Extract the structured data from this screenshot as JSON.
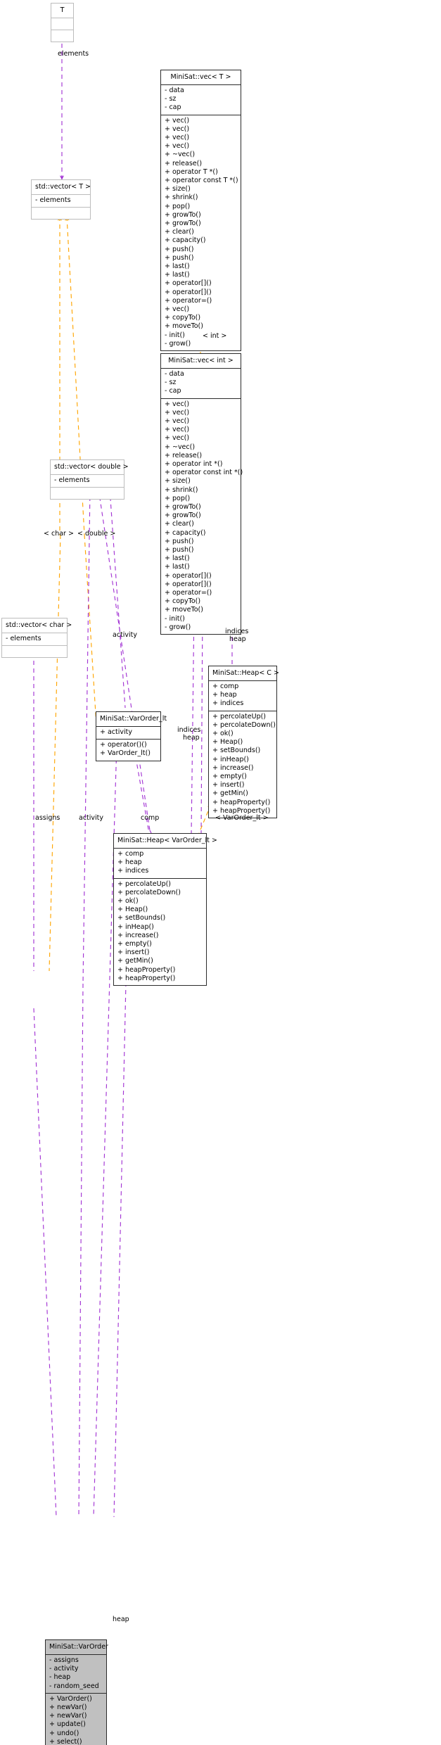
{
  "diagram": {
    "type": "uml-collaboration-diagram",
    "title": "MiniSat::VarOrder collaboration diagram",
    "colors": {
      "usage_edge": "#a335d4",
      "template_edge": "#ffa500",
      "box_border_light": "#bcbcbc",
      "box_border_strong": "#2b2b2b",
      "box_fill_highlight": "#c0c0c0",
      "background": "#ffffff"
    }
  },
  "classes": {
    "t": {
      "name": "T",
      "attributes": [],
      "operations": []
    },
    "vec_t": {
      "name": "MiniSat::vec< T >",
      "attributes": [
        "- data",
        "- sz",
        "- cap"
      ],
      "operations": [
        "+ vec()",
        "+ vec()",
        "+ vec()",
        "+ vec()",
        "+ ~vec()",
        "+ release()",
        "+ operator T *()",
        "+ operator const T *()",
        "+ size()",
        "+ shrink()",
        "+ pop()",
        "+ growTo()",
        "+ growTo()",
        "+ clear()",
        "+ capacity()",
        "+ push()",
        "+ push()",
        "+ last()",
        "+ last()",
        "+ operator[]()",
        "+ operator[]()",
        "+ operator=()",
        "+ vec()",
        "+ copyTo()",
        "+ moveTo()",
        "- init()",
        "- grow()"
      ]
    },
    "vector_t": {
      "name": "std::vector< T >",
      "attributes": [
        "- elements"
      ],
      "operations": []
    },
    "vec_int": {
      "name": "MiniSat::vec< int >",
      "attributes": [
        "- data",
        "- sz",
        "- cap"
      ],
      "operations": [
        "+ vec()",
        "+ vec()",
        "+ vec()",
        "+ vec()",
        "+ vec()",
        "+ ~vec()",
        "+ release()",
        "+ operator int *()",
        "+ operator const int *()",
        "+ size()",
        "+ shrink()",
        "+ pop()",
        "+ growTo()",
        "+ growTo()",
        "+ clear()",
        "+ capacity()",
        "+ push()",
        "+ push()",
        "+ last()",
        "+ last()",
        "+ operator[]()",
        "+ operator[]()",
        "+ operator=()",
        "+ copyTo()",
        "+ moveTo()",
        "- init()",
        "- grow()"
      ]
    },
    "vector_double": {
      "name": "std::vector< double >",
      "attributes": [
        "- elements"
      ],
      "operations": []
    },
    "vector_char": {
      "name": "std::vector< char >",
      "attributes": [
        "- elements"
      ],
      "operations": []
    },
    "heap_c": {
      "name": "MiniSat::Heap< C >",
      "attributes": [
        "+ comp",
        "+ heap",
        "+ indices"
      ],
      "operations": [
        "+ percolateUp()",
        "+ percolateDown()",
        "+ ok()",
        "+ Heap()",
        "+ setBounds()",
        "+ inHeap()",
        "+ increase()",
        "+ empty()",
        "+ insert()",
        "+ getMin()",
        "+ heapProperty()",
        "+ heapProperty()"
      ]
    },
    "varorder_lt": {
      "name": "MiniSat::VarOrder_lt",
      "attributes": [
        "+ activity"
      ],
      "operations": [
        "+ operator()()",
        "+ VarOrder_lt()"
      ]
    },
    "heap_varorder_lt": {
      "name": "MiniSat::Heap< VarOrder_lt >",
      "attributes": [
        "+ comp",
        "+ heap",
        "+ indices"
      ],
      "operations": [
        "+ percolateUp()",
        "+ percolateDown()",
        "+ ok()",
        "+ Heap()",
        "+ setBounds()",
        "+ inHeap()",
        "+ increase()",
        "+ empty()",
        "+ insert()",
        "+ getMin()",
        "+ heapProperty()",
        "+ heapProperty()"
      ]
    },
    "varorder": {
      "name": "MiniSat::VarOrder",
      "attributes": [
        "- assigns",
        "- activity",
        "- heap",
        "- random_seed"
      ],
      "operations": [
        "+ VarOrder()",
        "+ newVar()",
        "+ newVar()",
        "+ update()",
        "+ undo()",
        "+ select()"
      ]
    }
  },
  "edge_labels": {
    "elements_top": "elements",
    "char_template": "< char >",
    "double_template": "< double >",
    "int_template": "< int >",
    "activity_mid": "activity",
    "indices_heap_right": "indices\nheap",
    "indices_label_right": "indices",
    "heap_label_right": "heap",
    "indices_heap_mid": "indices\nheap",
    "indices_label_mid": "indices",
    "heap_label_mid": "heap",
    "varorder_lt_template": "< VarOrder_lt >",
    "assigns": "assigns",
    "activity_low": "activity",
    "comp": "comp",
    "heap_bottom": "heap"
  }
}
